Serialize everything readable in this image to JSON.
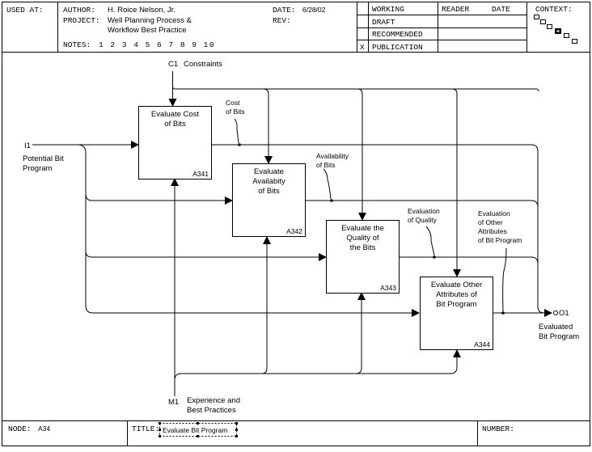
{
  "header": {
    "used_at_label": "USED AT:",
    "author_label": "AUTHOR:",
    "author_value": "H. Roice Nelson, Jr.",
    "project_label": "PROJECT:",
    "project_value_line1": "Well Planning Process &",
    "project_value_line2": "Workflow Best Practice",
    "notes_label": "NOTES:",
    "notes_values": "1 2 3 4 5 6 7 8 9 10",
    "date_label": "DATE:",
    "date_value": "6/28/02",
    "rev_label": "REV:",
    "status_items": [
      "WORKING",
      "DRAFT",
      "RECOMMENDED",
      "PUBLICATION"
    ],
    "status_checked_mark": "X",
    "reader_label": "READER",
    "reader_date_label": "DATE",
    "context_label": "CONTEXT:"
  },
  "diagram": {
    "control": {
      "code": "C1",
      "label": "Constraints"
    },
    "input": {
      "code": "I1",
      "label_line1": "Potential Bit",
      "label_line2": "Program"
    },
    "mechanism": {
      "code": "M1",
      "label_line1": "Experience and",
      "label_line2": "Best Practices"
    },
    "output": {
      "code": "O1",
      "label_line1": "Evaluated",
      "label_line2": "Bit Program"
    },
    "activities": [
      {
        "lines": [
          "Evaluate Cost",
          "of Bits"
        ],
        "code": "A341"
      },
      {
        "lines": [
          "Evaluate",
          "Availabity",
          "of Bits"
        ],
        "code": "A342"
      },
      {
        "lines": [
          "Evaluate the",
          "Quality of",
          "the Bits"
        ],
        "code": "A343"
      },
      {
        "lines": [
          "Evaluate Other",
          "Attributes of",
          "Bit Program"
        ],
        "code": "A344"
      }
    ],
    "arrow_labels": [
      {
        "lines": [
          "Cost",
          "of Bits"
        ]
      },
      {
        "lines": [
          "Availability",
          "of Bits"
        ]
      },
      {
        "lines": [
          "Evaluation",
          "of Quality"
        ]
      },
      {
        "lines": [
          "Evaluation",
          "of Other",
          "Attributes",
          "of Bit Program"
        ]
      }
    ]
  },
  "footer": {
    "node_label": "NODE:",
    "node_value": "A34",
    "title_label": "TITLE:",
    "title_value": "Evaluate Bit Program",
    "number_label": "NUMBER:"
  }
}
